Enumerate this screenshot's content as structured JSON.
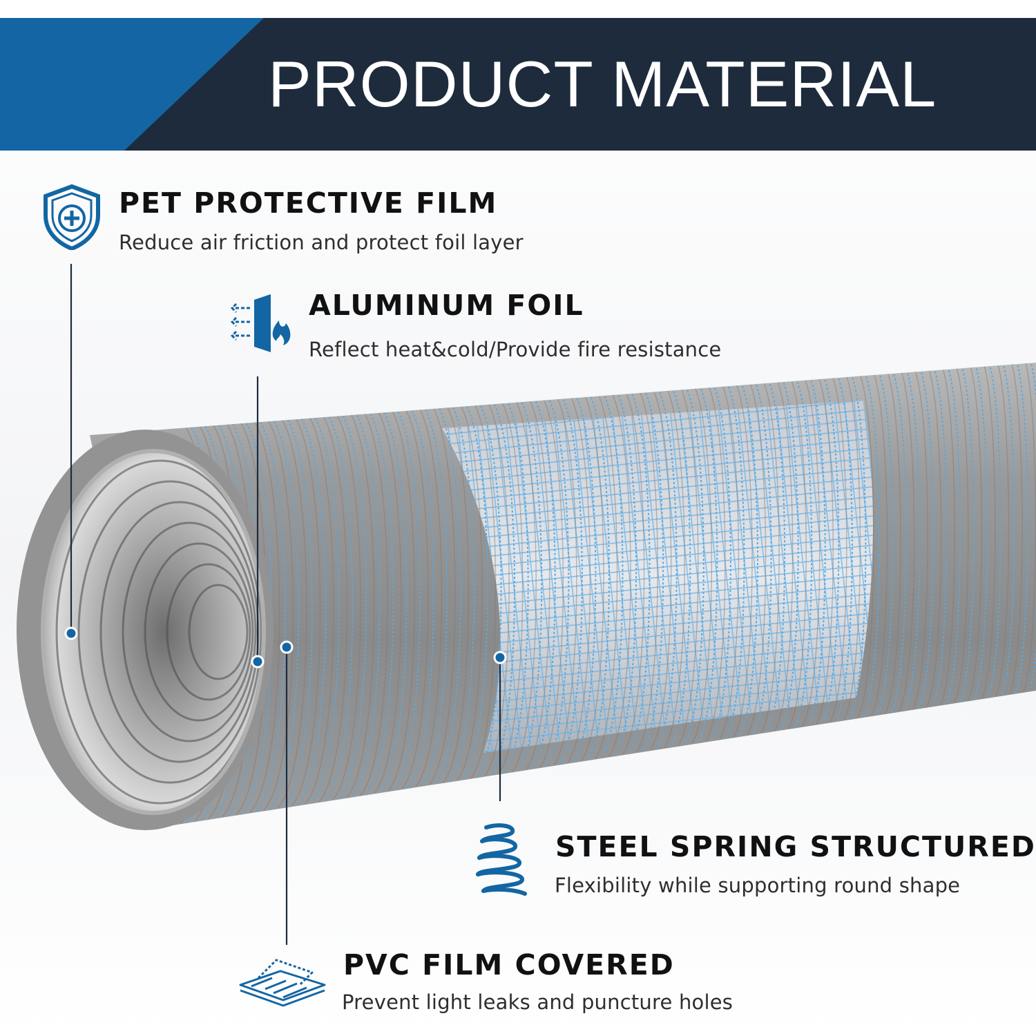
{
  "banner": {
    "title": "PRODUCT MATERIAL"
  },
  "features": [
    {
      "title": "PET PROTECTIVE FILM",
      "desc": "Reduce air friction and protect foil layer",
      "icon": "shield-plus-icon"
    },
    {
      "title": "ALUMINUM FOIL",
      "desc": "Reflect heat&cold/Provide fire resistance",
      "icon": "heat-fire-shield-icon"
    },
    {
      "title": "STEEL SPRING STRUCTURED",
      "desc": "Flexibility while supporting round shape",
      "icon": "spring-coil-icon"
    },
    {
      "title": "PVC FILM COVERED",
      "desc": "Prevent light leaks and puncture holes",
      "icon": "layered-film-icon"
    }
  ],
  "colors": {
    "navy": "#1e2b3c",
    "accent_blue": "#1366a3",
    "duct_gray": "#8c8c8c",
    "spring_blue": "#5aa8e0"
  }
}
